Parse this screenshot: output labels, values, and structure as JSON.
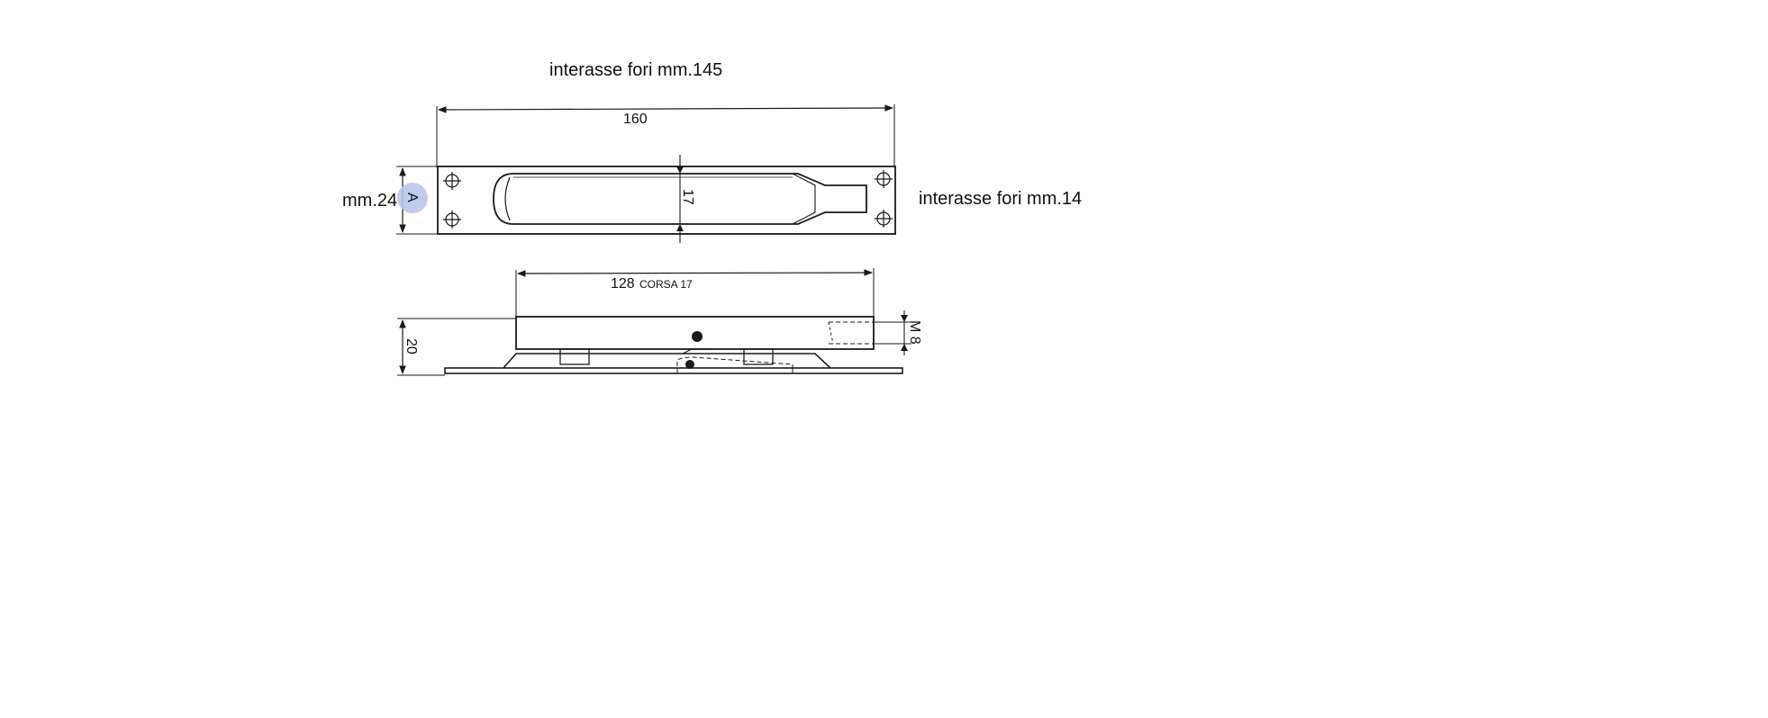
{
  "annotations": {
    "top_note": "interasse fori mm.145",
    "right_note": "interasse fori mm.14",
    "left_note": "mm.24"
  },
  "drawing": {
    "length_dim": "160",
    "slot_dim": "17",
    "side_label": "A",
    "stroke_dim": "128",
    "stroke_label": "CORSA 17",
    "height_dim": "20",
    "thread_dim": "M 8"
  },
  "colors": {
    "line": "#1a1a1a",
    "marker": "#b9c6ea"
  }
}
